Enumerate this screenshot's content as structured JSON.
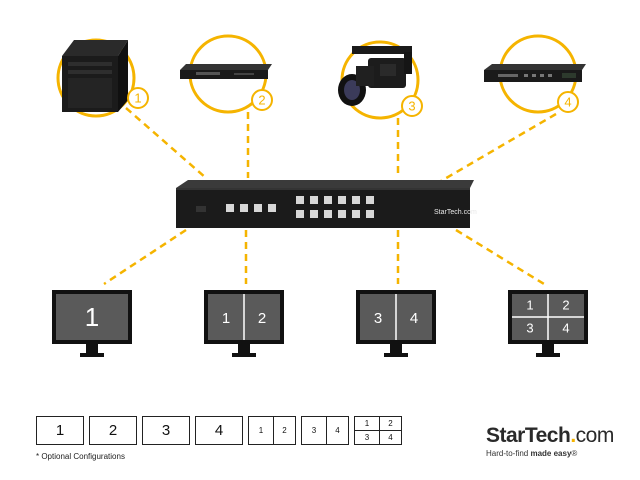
{
  "colors": {
    "accent": "#f5b400",
    "device": "#1a1a1a",
    "screen": "#5a5a5a",
    "bezel": "#111111"
  },
  "sources": [
    {
      "number": "1",
      "device": "computer-tower"
    },
    {
      "number": "2",
      "device": "blu-ray-player"
    },
    {
      "number": "3",
      "device": "video-camera"
    },
    {
      "number": "4",
      "device": "satellite-receiver"
    }
  ],
  "switcher": {
    "brand": "StarTech.com"
  },
  "displays": [
    {
      "layout": "single",
      "labels": [
        "1"
      ]
    },
    {
      "layout": "split-2",
      "labels": [
        "1",
        "2"
      ]
    },
    {
      "layout": "split-2",
      "labels": [
        "3",
        "4"
      ]
    },
    {
      "layout": "quad",
      "labels": [
        "1",
        "2",
        "3",
        "4"
      ]
    }
  ],
  "configurations": [
    {
      "layout": "single",
      "labels": [
        "1"
      ]
    },
    {
      "layout": "single",
      "labels": [
        "2"
      ]
    },
    {
      "layout": "single",
      "labels": [
        "3"
      ]
    },
    {
      "layout": "single",
      "labels": [
        "4"
      ]
    },
    {
      "layout": "split-2",
      "labels": [
        "1",
        "2"
      ]
    },
    {
      "layout": "split-2",
      "labels": [
        "3",
        "4"
      ]
    },
    {
      "layout": "quad",
      "labels": [
        "1",
        "2",
        "3",
        "4"
      ]
    }
  ],
  "note": "* Optional Configurations",
  "logo": {
    "name_main": "StarTech",
    "name_dot": ".",
    "name_suffix": "com",
    "tagline_start": "Hard-to-find ",
    "tagline_bold": "made easy",
    "tagline_mark": "®"
  }
}
